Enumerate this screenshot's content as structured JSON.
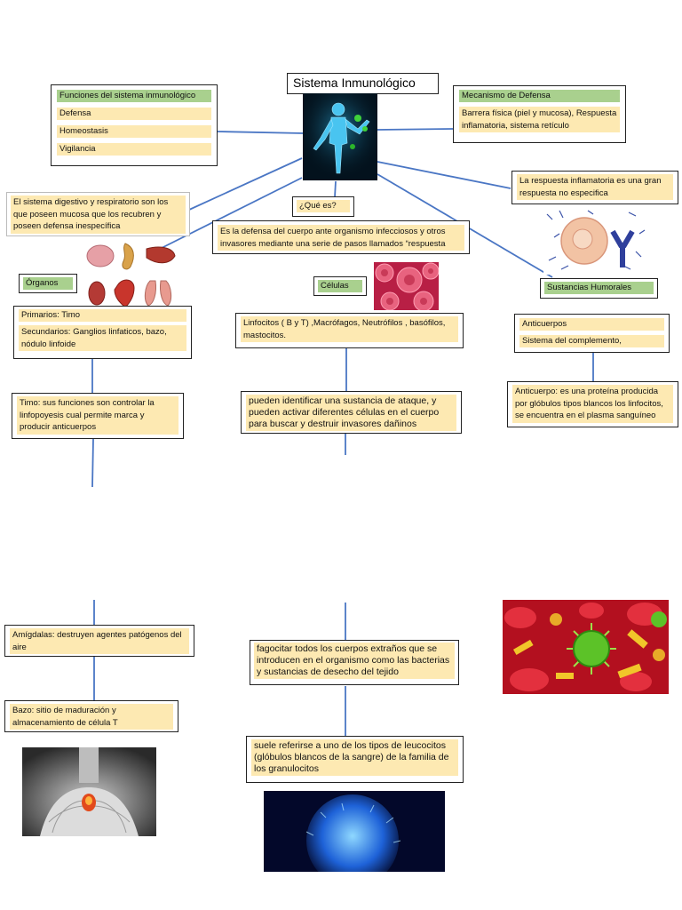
{
  "title": "Sistema Inmunológico",
  "funciones": {
    "header": "Funciones del sistema inmunológico",
    "items": [
      "Defensa",
      "Homeostasis",
      "Vigilancia"
    ]
  },
  "mecanismo": {
    "header": "Mecanismo de Defensa",
    "text": "Barrera física (piel y mucosa), Respuesta inflamatoria, sistema retículo"
  },
  "digestivo": "El sistema digestivo y respiratorio son los que poseen mucosa que los recubren y poseen defensa inespecífica",
  "que_es": {
    "label": "¿Qué es?",
    "text": "Es la defensa del cuerpo ante organismo infecciosos y otros invasores mediante una serie de pasos llamados “respuesta"
  },
  "inflamatoria": "La respuesta inflamatoria es una gran respuesta no especifica",
  "organos": {
    "label": "Órganos",
    "primarios": "Primarios: Timo",
    "secundarios": "Secundarios: Ganglios linfaticos, bazo, nódulo linfoide"
  },
  "celulas": {
    "label": "Células",
    "types": "Linfocitos ( B y T) ,Macrófagos, Neutrófilos , basófilos, mastocitos."
  },
  "humorales": {
    "label": "Sustancias Humorales",
    "anticuerpos": "Anticuerpos",
    "complemento": "Sistema del complemento,"
  },
  "timo": "Timo: sus funciones son controlar la linfopoyesis cual permite marca y producir anticuerpos",
  "identificar": "pueden identificar una sustancia de ataque, y pueden activar diferentes células en el cuerpo para buscar y destruir invasores dañinos",
  "anticuerpo_def": "Anticuerpo: es una proteína producida por glóbulos tipos blancos los linfocitos, se encuentra en el plasma sanguíneo",
  "amigdalas": "Amígdalas: destruyen agentes patógenos del aire",
  "bazo": "Bazo: sitio de maduración y almacenamiento de célula T",
  "fagocitar": "fagocitar todos los cuerpos extraños que se introducen en el organismo como las bacterias y sustancias de desecho del tejido",
  "leucocitos": "suele referirse a uno de los tipos de leucocitos (glóbulos blancos de la sangre) de la familia de los granulocitos",
  "colors": {
    "yellow_highlight": "#fde9b2",
    "green_highlight": "#a9d08e",
    "line_blue": "#4472c4"
  }
}
